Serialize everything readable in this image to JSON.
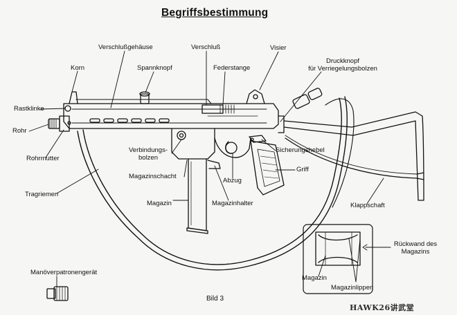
{
  "title": "Begriffsbestimmung",
  "caption": "Bild 3",
  "watermark": "HAWK26讲武堂",
  "labels": {
    "korn": "Korn",
    "verschlussgehaeuse": "Verschlußgehäuse",
    "spannknopf": "Spannknopf",
    "verschluss": "Verschluß",
    "federstange": "Federstange",
    "visier": "Visier",
    "druckknopf_1": "Druckknopf",
    "druckknopf_2": "für Verriegelungsbolzen",
    "rastklinke": "Rastklinke",
    "rohr": "Rohr",
    "rohrmutter": "Rohrmutter",
    "verbindungsbolzen_1": "Verbindungs-",
    "verbindungsbolzen_2": "bolzen",
    "sicherungshebel": "Sicherungshebel",
    "griff": "Griff",
    "magazinschacht": "Magazinschacht",
    "abzug": "Abzug",
    "tragriemen": "Tragriemen",
    "magazin": "Magazin",
    "magazinhalter": "Magazinhalter",
    "klappschaft": "Klappschaft",
    "rueckwand_1": "Rückwand des",
    "rueckwand_2": "Magazins",
    "magazin_detail": "Magazin",
    "magazinlippen": "Magazinlippen",
    "manoever": "Manöverpatronengerät"
  }
}
